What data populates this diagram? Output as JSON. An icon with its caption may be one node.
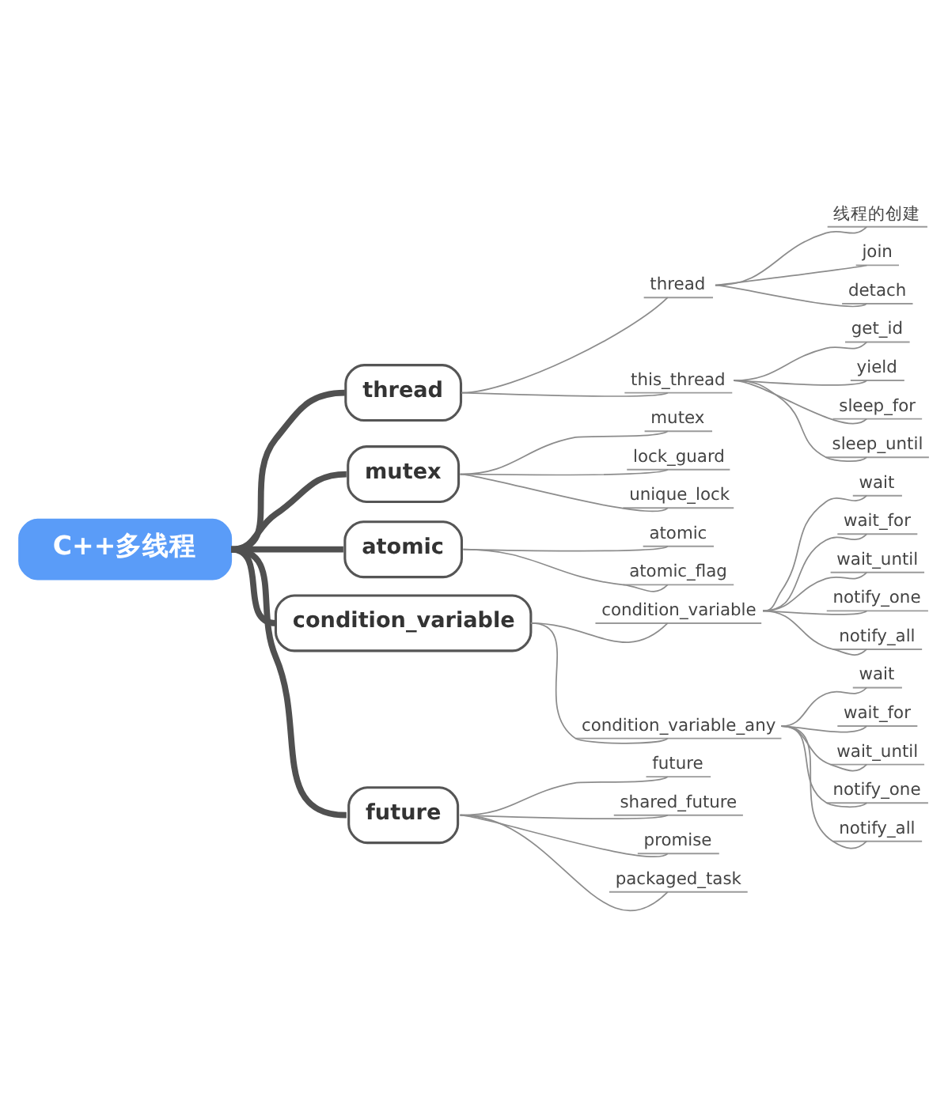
{
  "diagram": {
    "nodes": [
      {
        "text": [
          "C++多线程"
        ]
      },
      {
        "text": [
          "thread"
        ]
      },
      {
        "text": [
          "thread"
        ]
      },
      {
        "text": [
          "线程的创建"
        ]
      },
      {
        "text": [
          "join"
        ]
      },
      {
        "text": [
          "detach"
        ]
      },
      {
        "text": [
          "this_thread"
        ]
      },
      {
        "text": [
          "get_id"
        ]
      },
      {
        "text": [
          "yield"
        ]
      },
      {
        "text": [
          "sleep_for"
        ]
      },
      {
        "text": [
          "sleep_until"
        ]
      },
      {
        "text": [
          "mutex"
        ]
      },
      {
        "text": [
          "mutex"
        ]
      },
      {
        "text": [
          "lock_guard"
        ]
      },
      {
        "text": [
          "unique_lock"
        ]
      },
      {
        "text": [
          "atomic"
        ]
      },
      {
        "text": [
          "atomic"
        ]
      },
      {
        "text": [
          "atomic_flag"
        ]
      },
      {
        "text": [
          "condition_variable"
        ]
      },
      {
        "text": [
          "condition_variable"
        ]
      },
      {
        "text": [
          "wait"
        ]
      },
      {
        "text": [
          "wait_for"
        ]
      },
      {
        "text": [
          "wait_until"
        ]
      },
      {
        "text": [
          "notify_one"
        ]
      },
      {
        "text": [
          "notify_all"
        ]
      },
      {
        "text": [
          "condition_variable_any"
        ]
      },
      {
        "text": [
          "wait"
        ]
      },
      {
        "text": [
          "wait_for"
        ]
      },
      {
        "text": [
          "wait_until"
        ]
      },
      {
        "text": [
          "notify_one"
        ]
      },
      {
        "text": [
          "notify_all"
        ]
      },
      {
        "text": [
          "future"
        ]
      },
      {
        "text": [
          "future"
        ]
      },
      {
        "text": [
          "shared_future"
        ]
      },
      {
        "text": [
          "promise"
        ]
      },
      {
        "text": [
          "packaged_task"
        ]
      }
    ],
    "edges": [
      {
        "from": 0,
        "to": 1,
        "arrow": "none",
        "style": "thick",
        "color": "#505050"
      },
      {
        "from": 1,
        "to": 2,
        "arrow": "none"
      },
      {
        "from": 2,
        "to": 3,
        "arrow": "none"
      },
      {
        "from": 2,
        "to": 4,
        "arrow": "none"
      },
      {
        "from": 2,
        "to": 5,
        "arrow": "none"
      },
      {
        "from": 1,
        "to": 6,
        "arrow": "none"
      },
      {
        "from": 6,
        "to": 7,
        "arrow": "none"
      },
      {
        "from": 6,
        "to": 8,
        "arrow": "none"
      },
      {
        "from": 6,
        "to": 9,
        "arrow": "none"
      },
      {
        "from": 6,
        "to": 10,
        "arrow": "none"
      },
      {
        "from": 0,
        "to": 11,
        "arrow": "none",
        "style": "thick",
        "color": "#505050"
      },
      {
        "from": 11,
        "to": 12,
        "arrow": "none"
      },
      {
        "from": 11,
        "to": 13,
        "arrow": "none"
      },
      {
        "from": 11,
        "to": 14,
        "arrow": "none"
      },
      {
        "from": 0,
        "to": 15,
        "arrow": "none",
        "style": "thick",
        "color": "#505050"
      },
      {
        "from": 15,
        "to": 16,
        "arrow": "none"
      },
      {
        "from": 15,
        "to": 17,
        "arrow": "none"
      },
      {
        "from": 0,
        "to": 18,
        "arrow": "none",
        "style": "thick",
        "color": "#505050"
      },
      {
        "from": 18,
        "to": 19,
        "arrow": "none"
      },
      {
        "from": 19,
        "to": 20,
        "arrow": "none"
      },
      {
        "from": 19,
        "to": 21,
        "arrow": "none"
      },
      {
        "from": 19,
        "to": 22,
        "arrow": "none"
      },
      {
        "from": 19,
        "to": 23,
        "arrow": "none"
      },
      {
        "from": 19,
        "to": 24,
        "arrow": "none"
      },
      {
        "from": 18,
        "to": 25,
        "arrow": "none"
      },
      {
        "from": 25,
        "to": 26,
        "arrow": "none"
      },
      {
        "from": 25,
        "to": 27,
        "arrow": "none"
      },
      {
        "from": 25,
        "to": 28,
        "arrow": "none"
      },
      {
        "from": 25,
        "to": 29,
        "arrow": "none"
      },
      {
        "from": 25,
        "to": 30,
        "arrow": "none"
      },
      {
        "from": 0,
        "to": 31,
        "arrow": "none",
        "style": "thick",
        "color": "#505050"
      },
      {
        "from": 31,
        "to": 32,
        "arrow": "none"
      },
      {
        "from": 31,
        "to": 33,
        "arrow": "none"
      },
      {
        "from": 31,
        "to": 34,
        "arrow": "none"
      },
      {
        "from": 31,
        "to": 35,
        "arrow": "none"
      }
    ]
  }
}
